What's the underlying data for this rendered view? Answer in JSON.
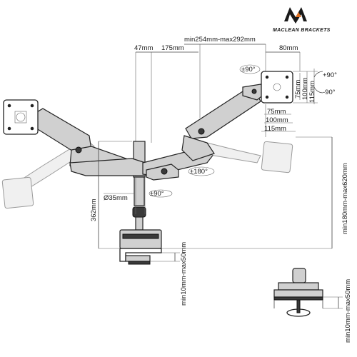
{
  "brand": {
    "name": "MACLEAN BRACKETS",
    "logo": "maclean-m-logo"
  },
  "dimensions": {
    "reach": "min254mm-max292mm",
    "d47": "47mm",
    "d175": "175mm",
    "d80": "80mm",
    "rot90_top": "±90°",
    "tilt_up": "+90°",
    "tilt_down": "-90°",
    "v75": "75mm",
    "v100": "100mm",
    "v115": "115mm",
    "h75": "75mm",
    "h100": "100mm",
    "h115": "115mm",
    "rot180": "±180°",
    "rot90_pole": "±90°",
    "pole_diameter": "Ø35mm",
    "height362": "362mm",
    "height_range": "min180mm-max620mm",
    "clamp_range": "min10mm-max50mm",
    "grommet_range": "min10mm-max50mm"
  },
  "colors": {
    "line": "#444444",
    "metal": "#d0d0d0",
    "dark": "#3a3a3a"
  }
}
